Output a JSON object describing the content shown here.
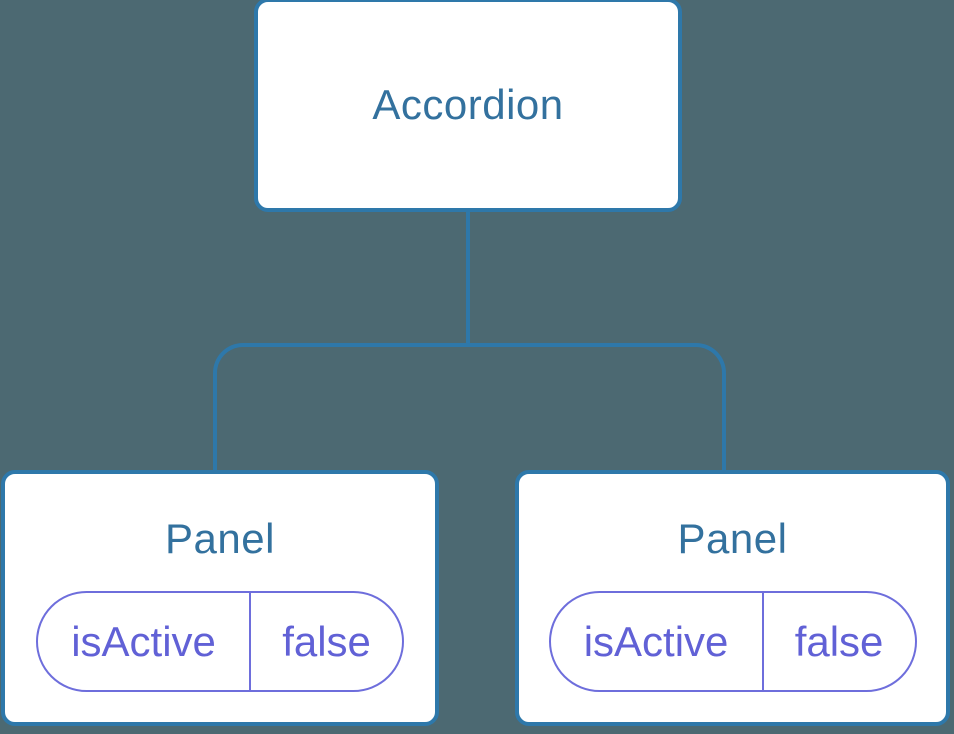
{
  "tree": {
    "root": {
      "label": "Accordion"
    },
    "children": [
      {
        "label": "Panel",
        "state": {
          "key": "isActive",
          "value": "false"
        }
      },
      {
        "label": "Panel",
        "state": {
          "key": "isActive",
          "value": "false"
        }
      }
    ]
  },
  "colors": {
    "background": "#4C6972",
    "connector_blue": "#2E78AA",
    "node_fill": "#FFFFFF",
    "node_label_blue": "#33719E",
    "state_pill_purple": "#6E6EDC",
    "state_text_purple": "#6161D6"
  }
}
